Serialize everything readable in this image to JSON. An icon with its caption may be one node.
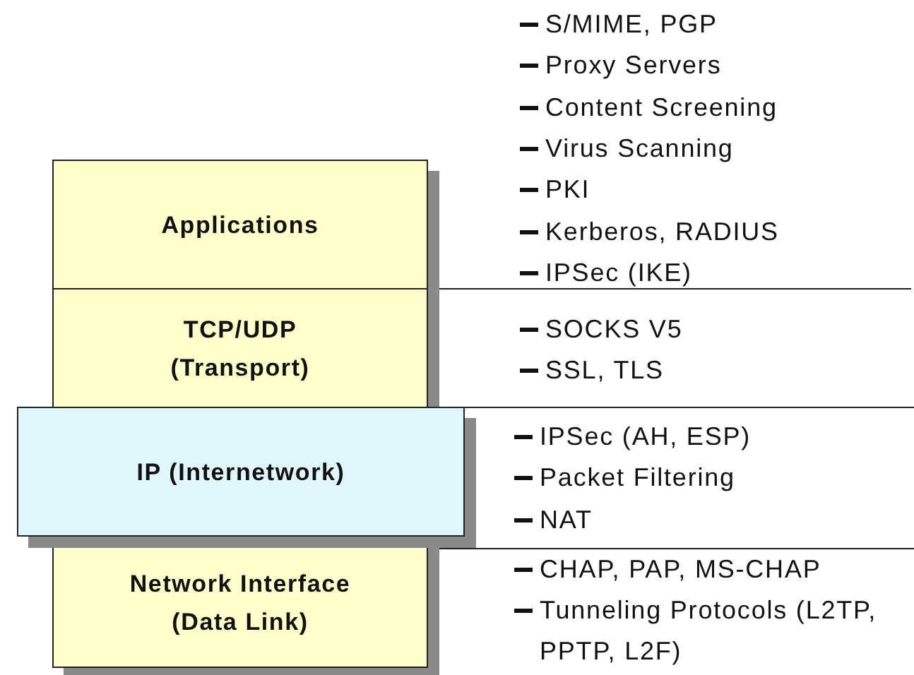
{
  "diagram": {
    "nodes": [
      {
        "text": [
          "Applications"
        ],
        "beside": [
          "S/MIME, PGP",
          "Proxy Servers",
          "Content Screening",
          "Virus Scanning",
          "PKI",
          "Kerberos, RADIUS",
          "IPSec (IKE)"
        ]
      },
      {
        "text": [
          "TCP/UDP (Transport)"
        ],
        "beside": [
          "SOCKS V5",
          "SSL, TLS"
        ]
      },
      {
        "text": [
          "IP (Internetwork)"
        ],
        "beside": [
          "IPSec (AH, ESP)",
          "Packet Filtering",
          "NAT"
        ]
      },
      {
        "text": [
          "Network Interface (Data Link)"
        ],
        "beside": [
          "CHAP, PAP, MS-CHAP",
          "Tunneling Protocols (L2TP, PPTP, L2F)"
        ]
      }
    ]
  }
}
